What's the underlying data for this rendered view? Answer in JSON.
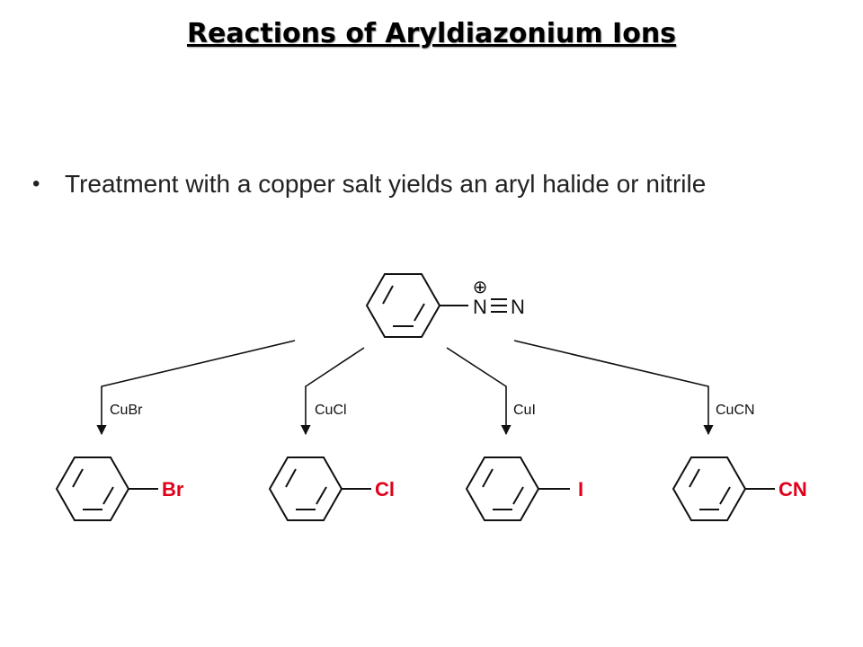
{
  "title": "Reactions of Aryldiazonium Ions",
  "bullets": [
    "Treatment with a copper salt yields an aryl halide or nitrile"
  ],
  "diagram": {
    "reactant": {
      "charge_symbol": "⊕",
      "atom1": "N",
      "atom2": "N"
    },
    "reagents": [
      "CuBr",
      "CuCl",
      "CuI",
      "CuCN"
    ],
    "products": [
      "Br",
      "Cl",
      "I",
      "CN"
    ],
    "colors": {
      "bond": "#111111",
      "product_substituent": "#e0001a"
    }
  }
}
